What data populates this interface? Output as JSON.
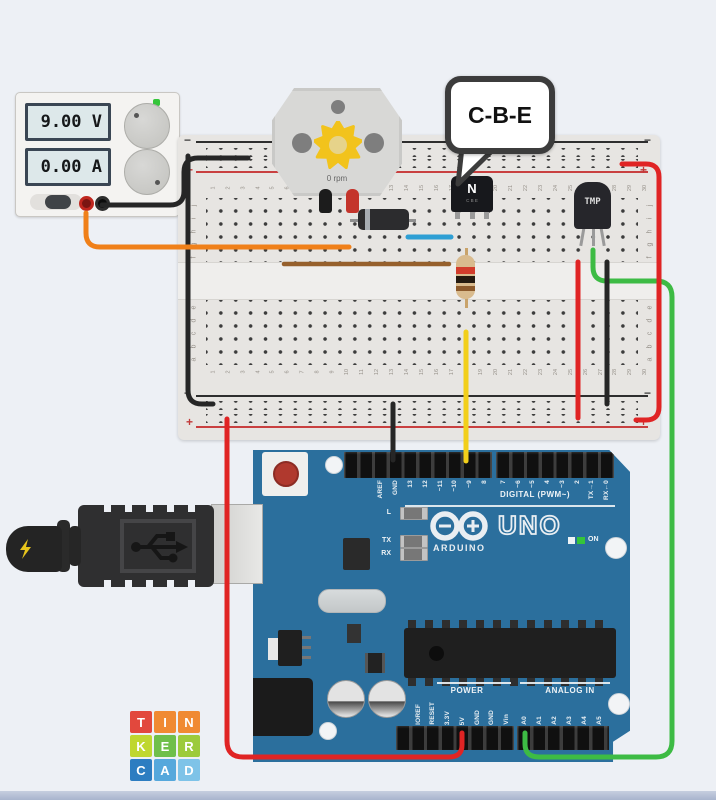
{
  "power_supply": {
    "voltage_display": "9.00 V",
    "current_display": "0.00 A",
    "power_led_color": "#35c53a"
  },
  "motor": {
    "rpm_label": "0 rpm",
    "gear_color": "#f2c31c"
  },
  "callout": {
    "text": "C-B-E"
  },
  "transistor": {
    "label": "N",
    "pin_marks": "C B E"
  },
  "tmp_sensor": {
    "label": "TMP"
  },
  "breadboard": {
    "plus": "+",
    "minus": "−",
    "rows_top": [
      "j",
      "i",
      "h",
      "g",
      "f"
    ],
    "rows_bottom": [
      "e",
      "d",
      "c",
      "b",
      "a"
    ],
    "columns": [
      "1",
      "2",
      "3",
      "4",
      "5",
      "6",
      "7",
      "8",
      "9",
      "10",
      "11",
      "12",
      "13",
      "14",
      "15",
      "16",
      "17",
      "18",
      "19",
      "20",
      "21",
      "22",
      "23",
      "24",
      "25",
      "26",
      "27",
      "28",
      "29",
      "30"
    ]
  },
  "arduino": {
    "board_color": "#2b6f9d",
    "top_pins_left": [
      "",
      "",
      "AREF",
      "GND",
      "13",
      "12",
      "~11",
      "~10",
      "~9",
      "8"
    ],
    "top_pins_right": [
      "7",
      "~6",
      "~5",
      "4",
      "~3",
      "2",
      "TX→1",
      "RX←0"
    ],
    "digital_label": "DIGITAL (PWM~)",
    "board_name": "UNO",
    "brand": "ARDUINO",
    "on_label": "ON",
    "on_led_color": "#35c53a",
    "led_labels": [
      "L",
      "TX",
      "RX"
    ],
    "power_label": "POWER",
    "power_pins": [
      "",
      "IOREF",
      "RESET",
      "3.3V",
      "5V",
      "GND",
      "GND",
      "Vin"
    ],
    "analog_label": "ANALOG IN",
    "analog_pins": [
      "A0",
      "A1",
      "A2",
      "A3",
      "A4",
      "A5"
    ]
  },
  "wires": {
    "black": "#262626",
    "red": "#e02424",
    "green": "#3dbb44",
    "orange": "#f08019",
    "yellow": "#f2cf1a",
    "blue": "#2e9fd4",
    "brown": "#96602c"
  },
  "tinkercad_logo": {
    "tiles": [
      {
        "letter": "T",
        "color": "#e2483d"
      },
      {
        "letter": "I",
        "color": "#f08a33"
      },
      {
        "letter": "N",
        "color": "#f08a33"
      },
      {
        "letter": "K",
        "color": "#bfd730"
      },
      {
        "letter": "E",
        "color": "#6fbf4a"
      },
      {
        "letter": "R",
        "color": "#9ccb3b"
      },
      {
        "letter": "C",
        "color": "#2d7dc1"
      },
      {
        "letter": "A",
        "color": "#56a8dc"
      },
      {
        "letter": "D",
        "color": "#7ec3e8"
      }
    ]
  }
}
